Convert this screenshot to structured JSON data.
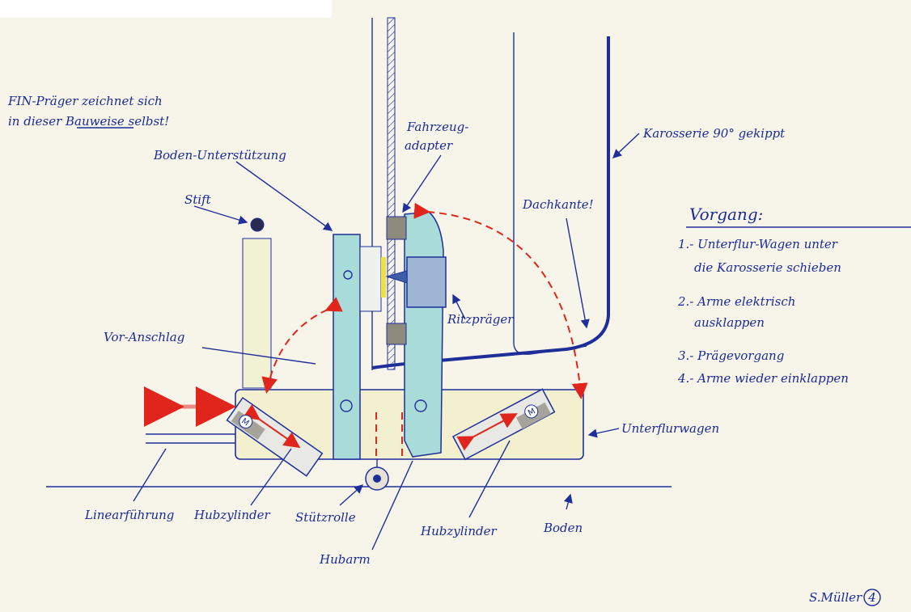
{
  "title_note": {
    "line1": "FIN-Präger zeichnet sich",
    "line2": "in dieser Bauweise selbst!"
  },
  "labels": {
    "boden_unterstuetzung": "Boden-Unterstützung",
    "fahrzeug_adapter_1": "Fahrzeug-",
    "fahrzeug_adapter_2": "adapter",
    "karosserie": "Karosserie 90° gekippt",
    "dachkante": "Dachkante!",
    "stift": "Stift",
    "vor_anschlag": "Vor-Anschlag",
    "ritzpraeger": "Ritzpräger",
    "unterflurwagen": "Unterflurwagen",
    "linearfuehrung": "Linearführung",
    "hubzylinder_left": "Hubzylinder",
    "stuetzrolle": "Stützrolle",
    "hubarm": "Hubarm",
    "hubzylinder_right": "Hubzylinder",
    "boden": "Boden",
    "motor_left": "M",
    "motor_right": "M"
  },
  "procedure": {
    "heading": "Vorgang:",
    "steps": [
      {
        "l1": "1.- Unterflur-Wagen unter",
        "l2": "die Karosserie schieben"
      },
      {
        "l1": "2.- Arme elektrisch",
        "l2": "ausklappen"
      },
      {
        "l1": "3.- Prägevorgang",
        "l2": ""
      },
      {
        "l1": "4.- Arme wieder einklappen",
        "l2": ""
      }
    ]
  },
  "signature": {
    "name": "S.Müller",
    "page": "4"
  },
  "colors": {
    "ink": "#1e2f9a",
    "red": "#e0261c",
    "teal": "#9fd9d4",
    "grey": "#8e8a7e",
    "paper": "#f7f5ea"
  }
}
